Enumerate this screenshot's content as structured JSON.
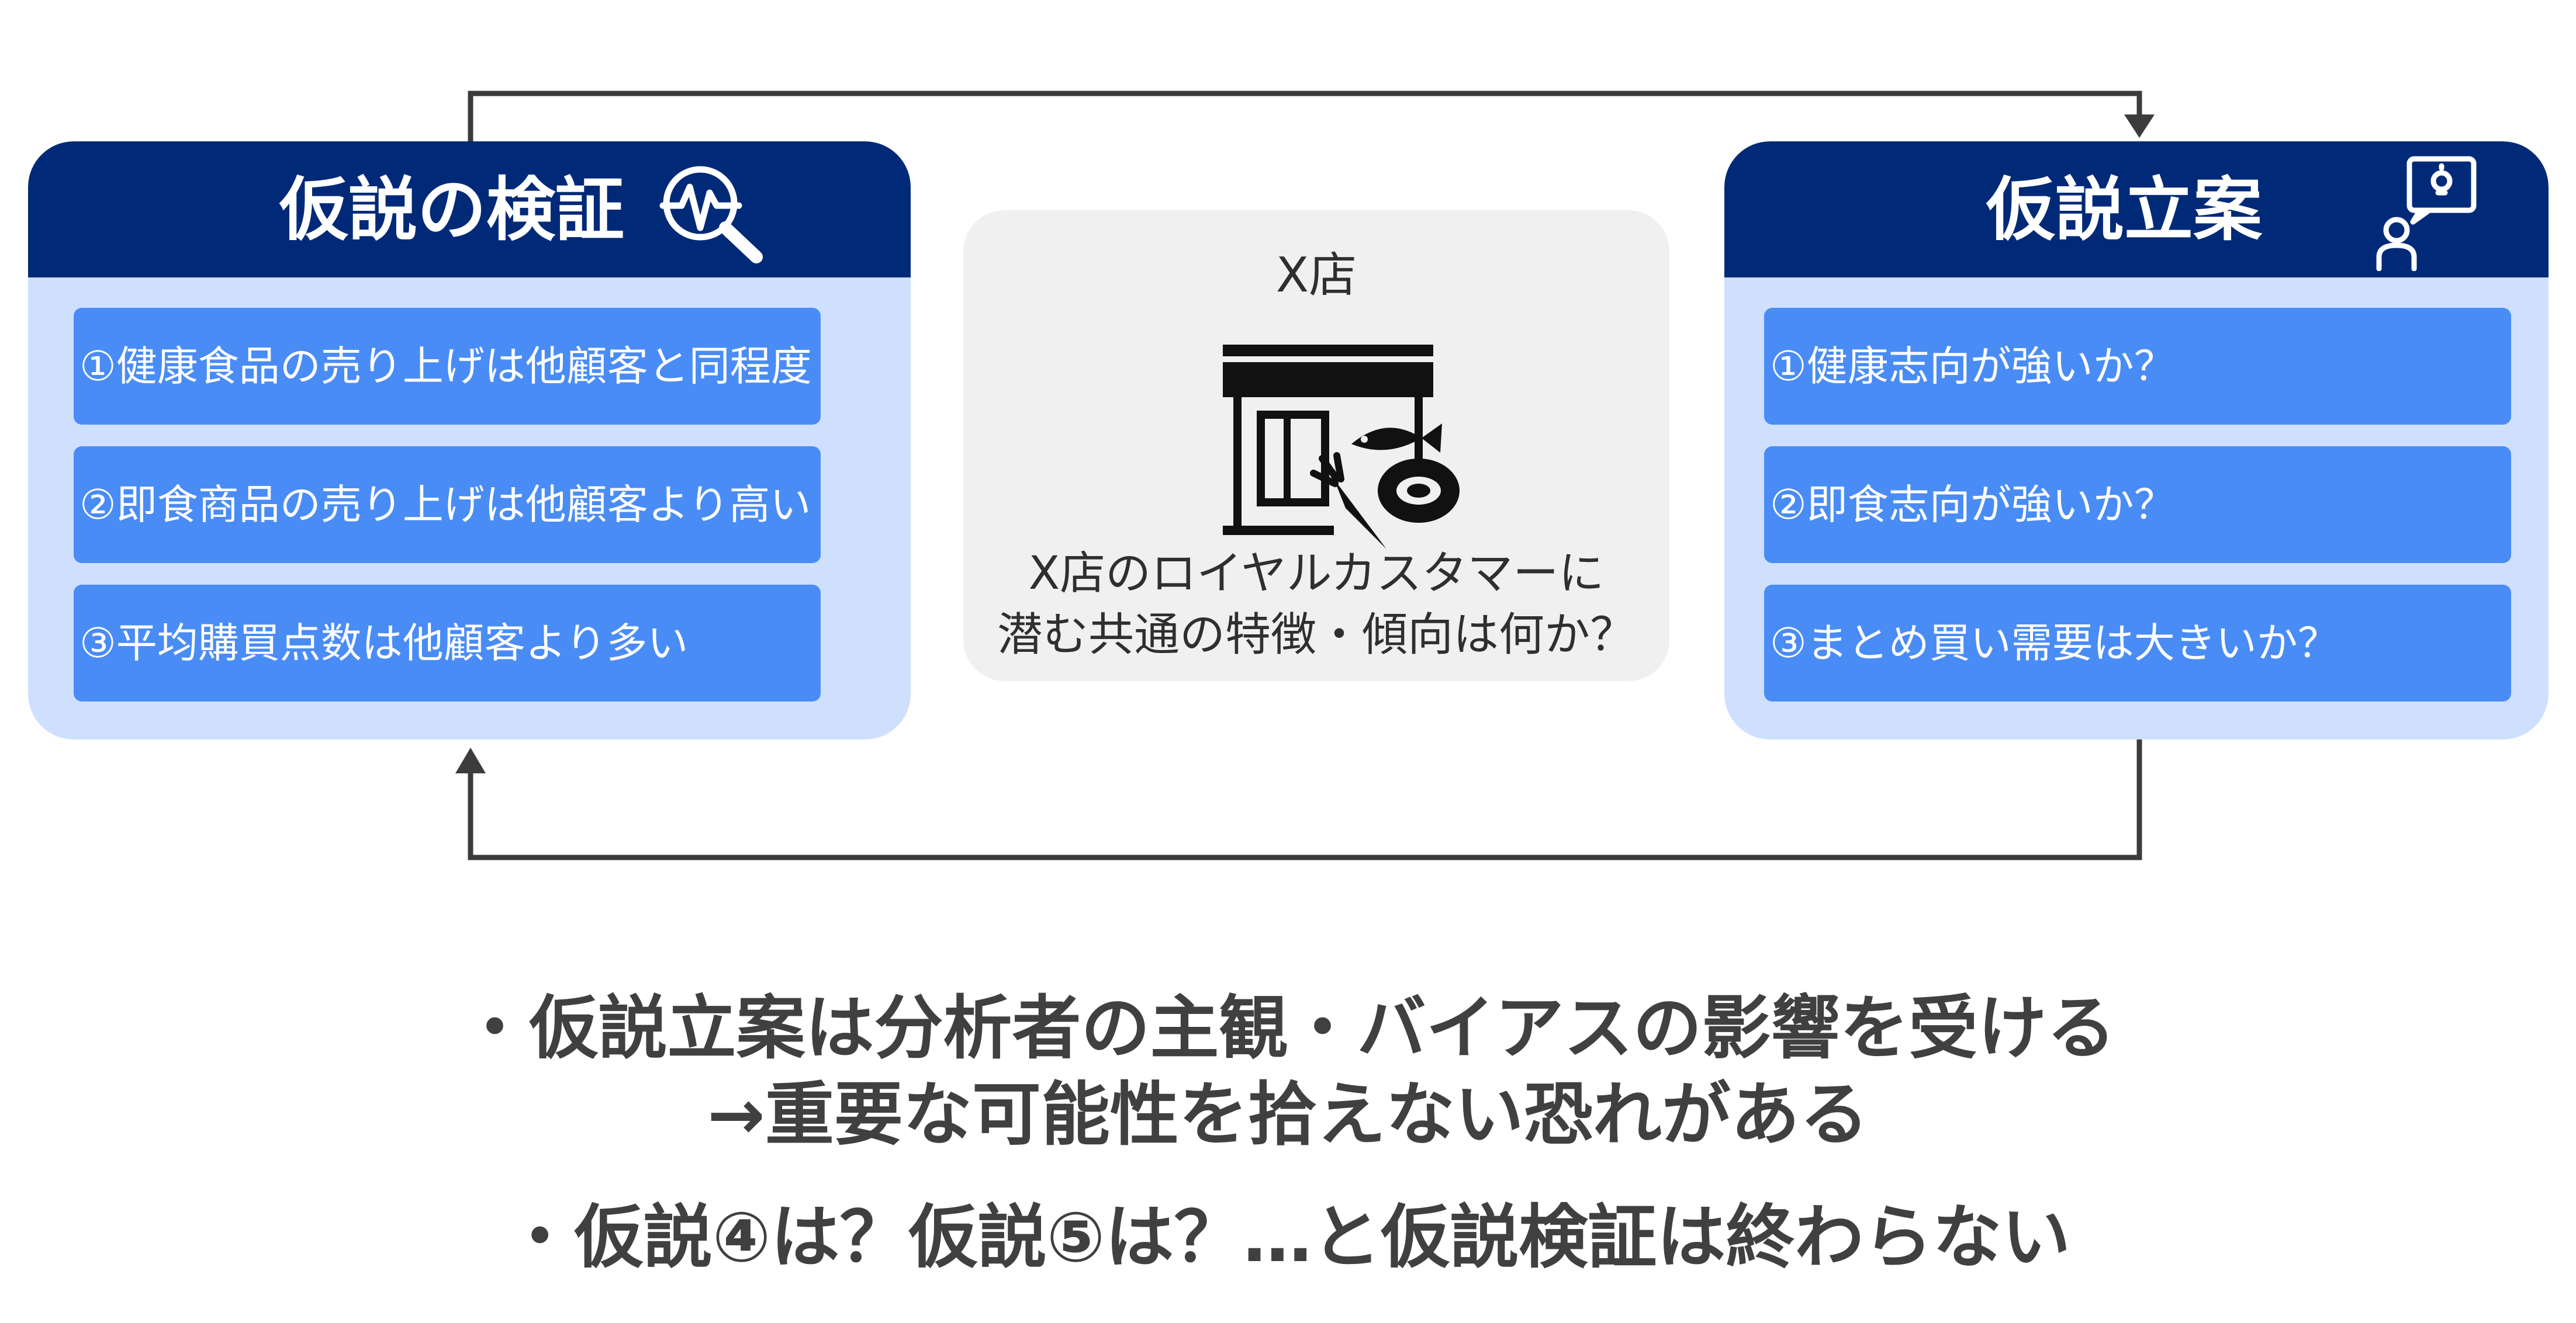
{
  "verification_panel": {
    "title": "仮説の検証",
    "icon": "magnifier-chart-icon",
    "items": [
      "①健康食品の売り上げは他顧客と同程度",
      "②即食商品の売り上げは他顧客より高い",
      "③平均購買点数は他顧客より多い"
    ]
  },
  "hypothesis_panel": {
    "title": "仮説立案",
    "icon": "person-idea-icon",
    "items": [
      "①健康志向が強いか？",
      "②即食志向が強いか？",
      "③まとめ買い需要は大きいか？"
    ]
  },
  "store": {
    "name": "X店",
    "icon": "grocery-store-icon",
    "question_line1": "X店のロイヤルカスタマーに",
    "question_line2": "潜む共通の特徴・傾向は何か？"
  },
  "notes": {
    "line1": "・仮説立案は分析者の主観・バイアスの影響を受ける",
    "line2": "→重要な可能性を拾えない恐れがある",
    "line3": "・仮説④は？仮説⑤は？…と仮説検証は終わらない"
  },
  "colors": {
    "header_navy": "#002a78",
    "panel_light_blue": "#cfe0ff",
    "item_blue": "#4a8cf5",
    "store_bg": "#f0f0f0",
    "arrow": "#3c3c3c",
    "note_text": "#404040"
  }
}
